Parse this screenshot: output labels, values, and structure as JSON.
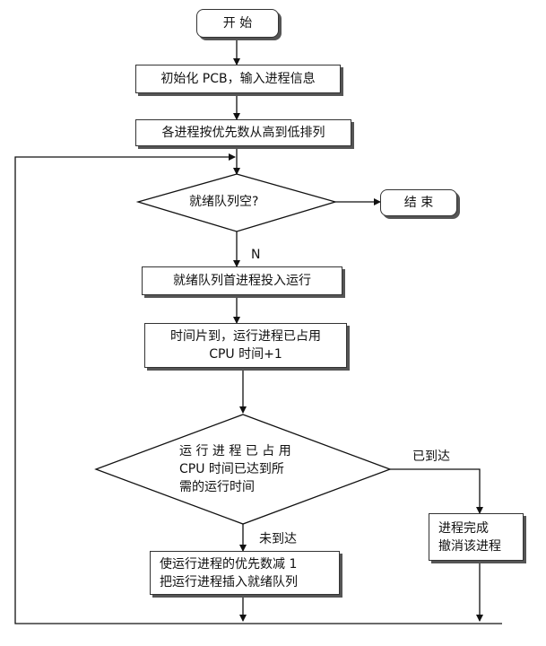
{
  "nodes": {
    "start": "开 始",
    "init": "初始化 PCB，输入进程信息",
    "sort": "各进程按优先数从高到低排列",
    "empty_q": "就绪队列空?",
    "end": "结 束",
    "dispatch": "就绪队列首进程投入运行",
    "tick_l1": "时间片到，运行进程已占用",
    "tick_l2": "CPU 时间+1",
    "reached_q_l1": "运 行 进 程 已 占 用",
    "reached_q_l2": "CPU 时间已达到所",
    "reached_q_l3": "需的运行时间",
    "finish_l1": "进程完成",
    "finish_l2": "撤消该进程",
    "requeue_l1": "使运行进程的优先数减 1",
    "requeue_l2": "把运行进程插入就绪队列"
  },
  "edges": {
    "no": "N",
    "reached": "已到达",
    "not_reached": "未到达"
  }
}
